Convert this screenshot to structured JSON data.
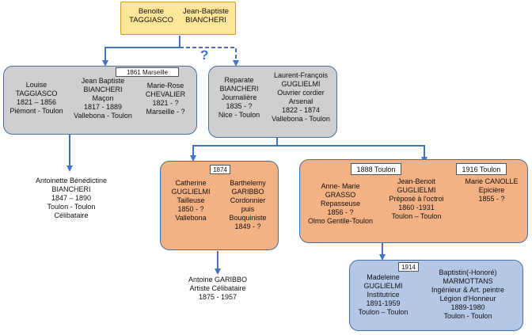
{
  "root": {
    "left": "Benoite\nTAGGIASCO",
    "right": "Jean-Baptiste\nBIANCHERI"
  },
  "marseille_box": {
    "tag": "1861 Marseille",
    "col1": "Louise\nTAGGIASCO\n1821 – 1856\nPiémont - Toulon",
    "col2": "Jean Baptiste\nBIANCHERI\nMaçon\n1817 - 1889\nVallebona - Toulon",
    "col3": "Marie-Rose\nCHEVALIER\n1821 - ?\nMarseille - ?"
  },
  "question_mark": "?",
  "guglielmi_box": {
    "col1": "Reparate\nBIANCHERI\nJournalière\n1835 - ?\nNice - Toulon",
    "col2": "Laurent-François\nGUGLIELMI\nOuvrier cordier\nArsenal\n1822 - 1874\nVallebona - Toulon"
  },
  "antoinette": "Antoinette Bénédictine\nBIANCHERI\n1847 – 1890\nToulon - Toulon\nCélibataire",
  "garibbo_box": {
    "tag": "1874",
    "col1": "Catherine\nGUGLIELMI\nTailleuse\n1850 - ?\nVallebona",
    "col2": "Barthelemy\nGARIBBO\nCordonnier\npuis\nBouquiniste\n1849 - ?"
  },
  "antoine": "Antoine GARIBBO\nArtiste Célibataire\n1875 - 1957",
  "jean_benoit_box": {
    "tag1": "1888 Toulon",
    "tag2": "1916 Toulon",
    "col1": "Anne- Marie\nGRASSO\nRepasseuse\n1856 - ?\nOlmo Gentile-Toulon",
    "col2": "Jean-Benoit\nGUGLIELMI\nPréposé à l'octroi\n1860 -1931\nToulon – Toulon",
    "col3": "Marie CANOLLE\nEpicière\n1855 - ?"
  },
  "marmottans_box": {
    "tag": "1914",
    "col1": "Madeleine\nGUGLIELMI\nInstitutrice\n1891-1959\nToulon – Toulon",
    "col2": "Baptistin(-Honoré)\nMARMOTTANS\nIngénieur & Art. peintre\nLégion d'Honneur\n1889-1980\nToulon - Toulon"
  },
  "colors": {
    "arrow": "#4472c4",
    "gray": "#d0cece",
    "orange": "#f4b183",
    "blue": "#b4c7e7",
    "yellow": "#ffe699"
  }
}
